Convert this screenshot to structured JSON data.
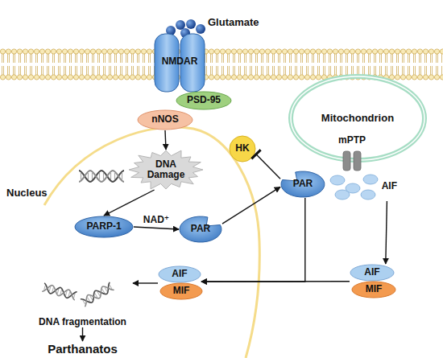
{
  "diagram": {
    "nodes": [
      {
        "text": [
          "NMDAR"
        ]
      },
      {
        "text": [
          "PSD-95"
        ]
      },
      {
        "text": [
          "nNOS"
        ]
      },
      {
        "text": [
          "DNA Damage"
        ]
      },
      {
        "text": [
          "PARP-1"
        ]
      },
      {
        "text": [
          "PAR"
        ]
      },
      {
        "text": [
          "HK"
        ]
      },
      {
        "text": [
          "PAR"
        ]
      },
      {
        "text": [
          "Mitochondrion"
        ]
      },
      {
        "text": [
          "mPTP"
        ]
      },
      {
        "text": [
          "AIF"
        ]
      },
      {
        "text": [
          "AIF"
        ]
      },
      {
        "text": [
          "MIF"
        ]
      },
      {
        "text": [
          "AIF"
        ]
      },
      {
        "text": [
          "MIF"
        ]
      },
      {
        "text": [
          "DNA fragmentation"
        ]
      },
      {
        "text": [
          "Parthanatos"
        ]
      }
    ],
    "edges": [
      {
        "from": 2,
        "to": 3,
        "arrow": "to"
      },
      {
        "from": 3,
        "to": 4,
        "arrow": "to"
      },
      {
        "from": 4,
        "to": 5,
        "label": "NAD⁺",
        "arrow": "to"
      },
      {
        "from": 5,
        "to": 7,
        "arrow": "to"
      },
      {
        "from": 7,
        "to": 6,
        "arrow": "to"
      },
      {
        "from": 7,
        "to": 13,
        "arrow": "to"
      },
      {
        "from": 11,
        "to": 13,
        "arrow": "to"
      },
      {
        "from": 10,
        "to": 11,
        "arrow": "to"
      },
      {
        "from": 13,
        "to": 15,
        "arrow": "to"
      },
      {
        "from": 15,
        "to": 16,
        "arrow": "to"
      }
    ],
    "labels": [
      "Glutamate",
      "Nucleus"
    ]
  }
}
